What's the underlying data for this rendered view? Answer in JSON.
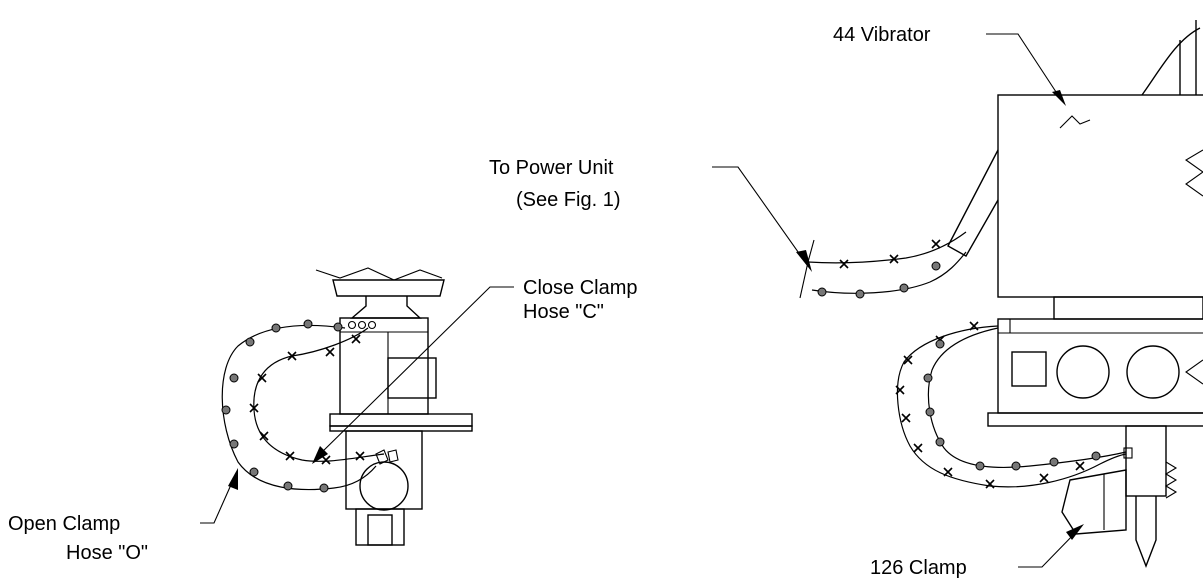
{
  "labels": {
    "vibrator": "44 Vibrator",
    "power_unit_line1": "To Power Unit",
    "power_unit_line2": "(See Fig. 1)",
    "close_clamp_line1": "Close Clamp",
    "close_clamp_line2": "Hose \"C\"",
    "open_clamp_line1": "Open Clamp",
    "open_clamp_line2": "Hose \"O\"",
    "clamp": "126 Clamp"
  },
  "hose_legend": {
    "open_hose_marker": "dot",
    "close_hose_marker": "x"
  }
}
